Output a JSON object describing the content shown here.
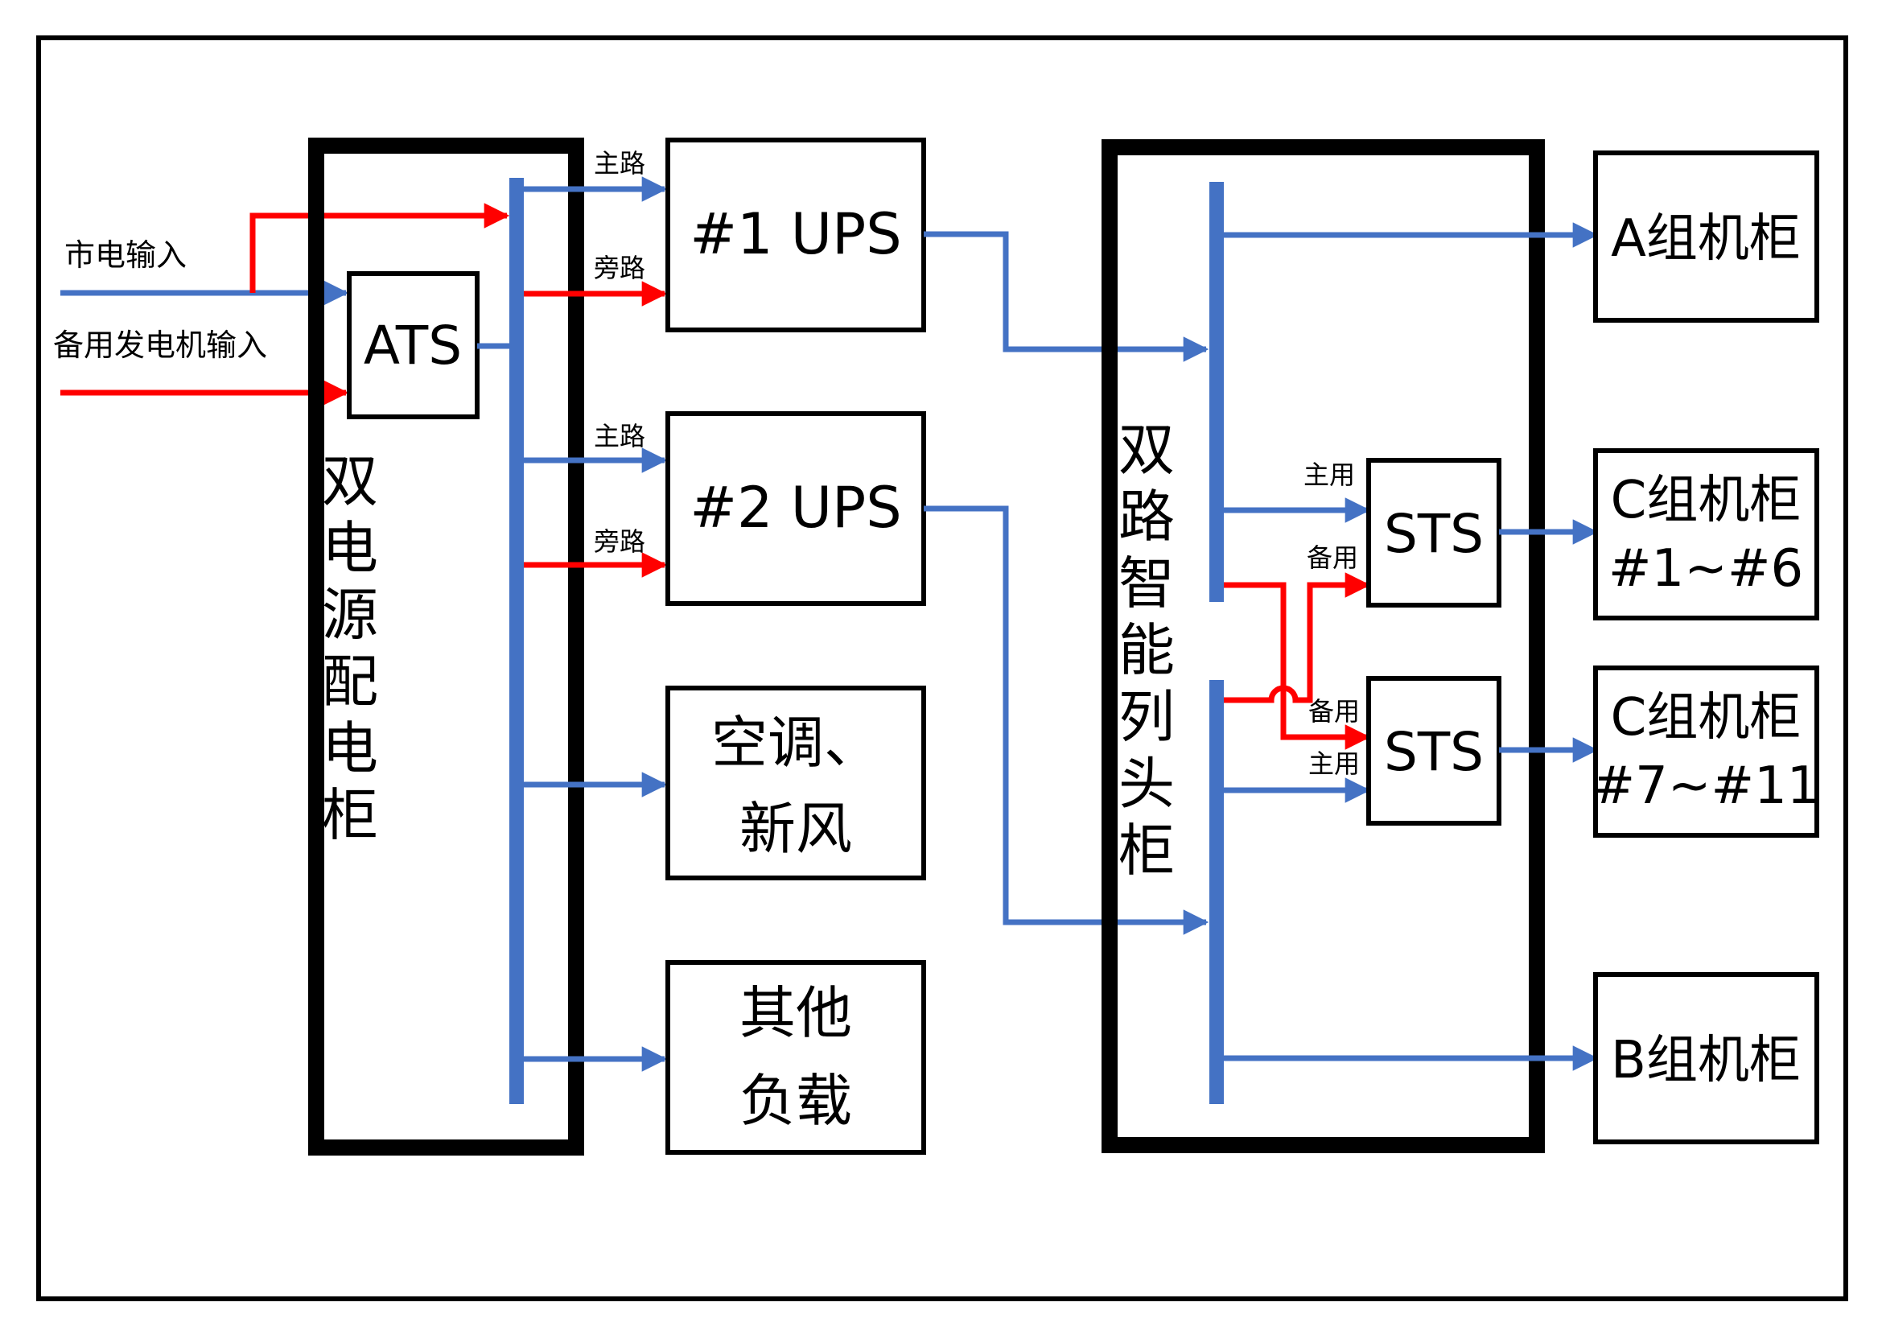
{
  "colors": {
    "primary_line": "#4472C4",
    "backup_line": "#FF0000",
    "frame": "#000000"
  },
  "inputs": {
    "mains": "市电输入",
    "generator": "备用发电机输入"
  },
  "dual_power_cabinet": {
    "title_chars": [
      "双",
      "电",
      "源",
      "配",
      "电",
      "柜"
    ],
    "ats": "ATS"
  },
  "ups1": {
    "label": "#1 UPS",
    "main_path": "主路",
    "bypass": "旁路"
  },
  "ups2": {
    "label": "#2 UPS",
    "main_path": "主路",
    "bypass": "旁路"
  },
  "hvac": {
    "line1": "空调、",
    "line2": "新风"
  },
  "other_load": {
    "line1": "其他",
    "line2": "负载"
  },
  "dual_rpp": {
    "title_chars": [
      "双",
      "路",
      "智",
      "能",
      "列",
      "头",
      "柜"
    ]
  },
  "sts1": {
    "label": "STS",
    "primary": "主用",
    "backup": "备用"
  },
  "sts2": {
    "label": "STS",
    "primary": "主用",
    "backup": "备用"
  },
  "racks": {
    "group_a": "A组机柜",
    "group_c1": {
      "line1": "C组机柜",
      "line2": "#1~#6"
    },
    "group_c2": {
      "line1": "C组机柜",
      "line2": "#7~#11"
    },
    "group_b": "B组机柜"
  }
}
